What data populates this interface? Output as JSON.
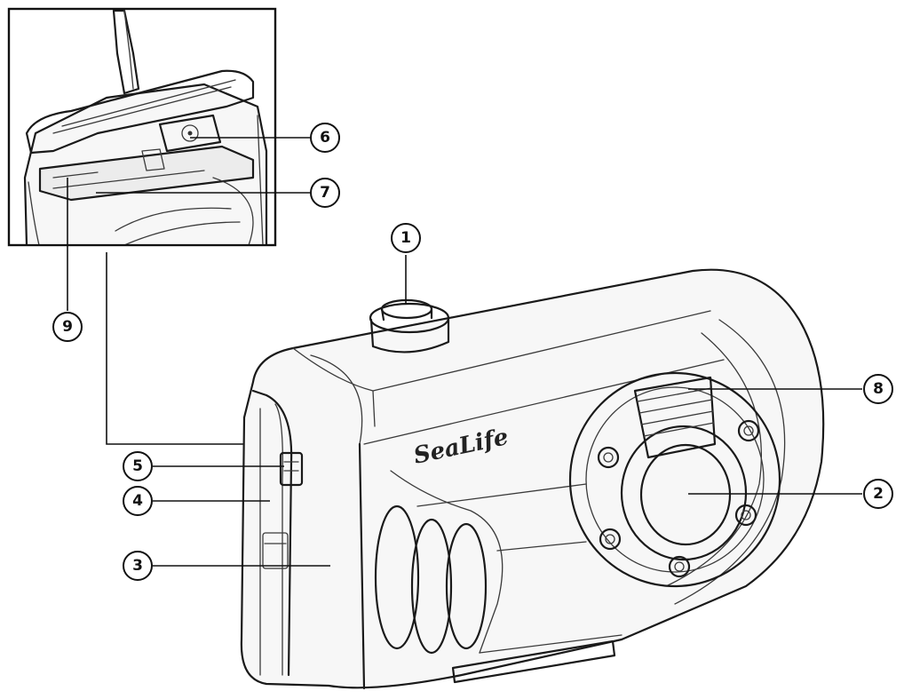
{
  "logo": {
    "text": "SeaLife"
  },
  "callouts": [
    {
      "id": "1",
      "label": "1"
    },
    {
      "id": "2",
      "label": "2"
    },
    {
      "id": "3",
      "label": "3"
    },
    {
      "id": "4",
      "label": "4"
    },
    {
      "id": "5",
      "label": "5"
    },
    {
      "id": "6",
      "label": "6"
    },
    {
      "id": "7",
      "label": "7"
    },
    {
      "id": "8",
      "label": "8"
    },
    {
      "id": "9",
      "label": "9"
    }
  ]
}
